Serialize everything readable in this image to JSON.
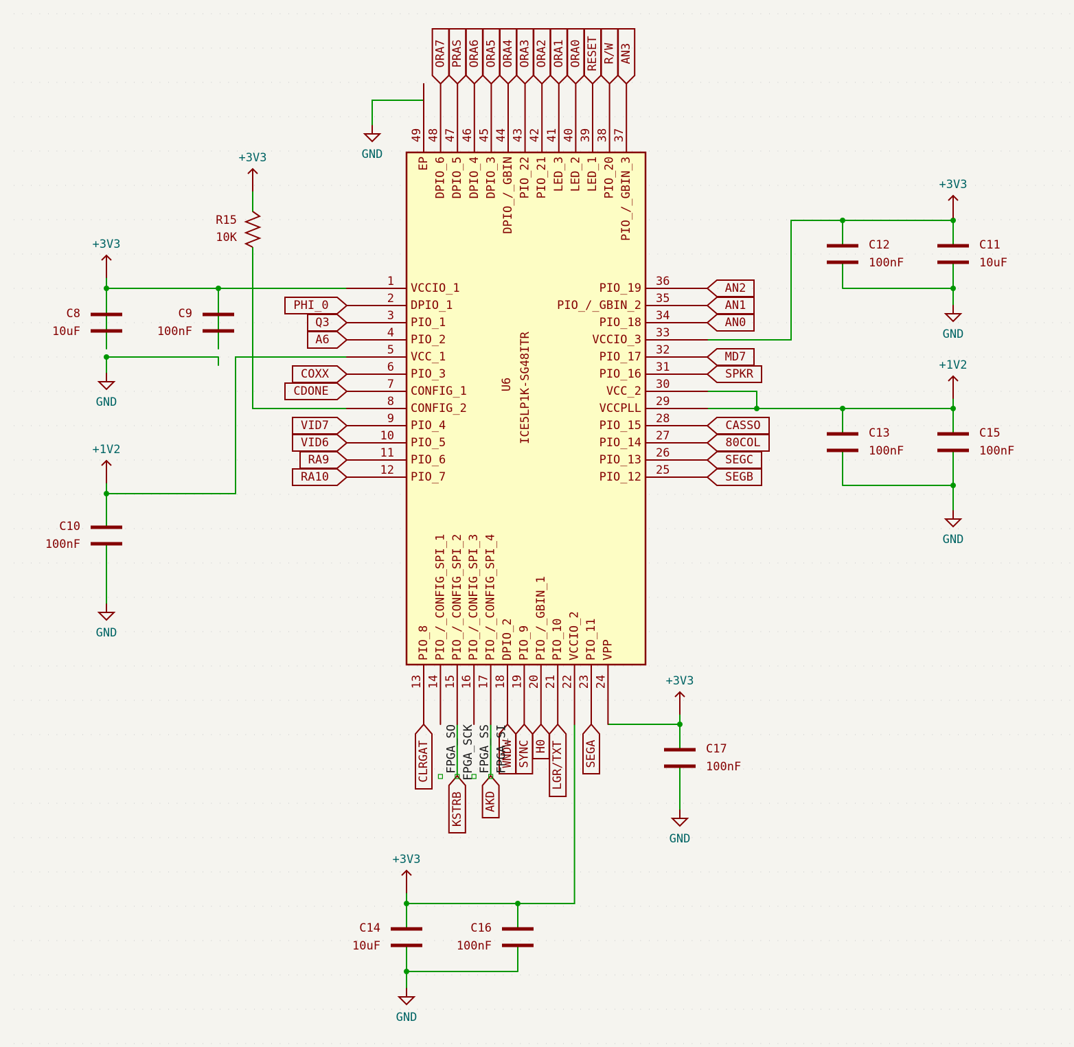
{
  "colors": {
    "background": "#f5f4ef",
    "body_fill": "#fdfdc4",
    "symbol": "#840000",
    "wire": "#009600",
    "power_text": "#006464",
    "grid": "#c8c8c8"
  },
  "ic": {
    "reference": "U6",
    "part": "ICE5LP1K-SG48ITR",
    "left_pins": [
      {
        "num": "1",
        "name": "VCCIO_1"
      },
      {
        "num": "2",
        "name": "DPIO_1"
      },
      {
        "num": "3",
        "name": "PIO_1"
      },
      {
        "num": "4",
        "name": "PIO_2"
      },
      {
        "num": "5",
        "name": "VCC_1"
      },
      {
        "num": "6",
        "name": "PIO_3"
      },
      {
        "num": "7",
        "name": "CONFIG_1"
      },
      {
        "num": "8",
        "name": "CONFIG_2"
      },
      {
        "num": "9",
        "name": "PIO_4"
      },
      {
        "num": "10",
        "name": "PIO_5"
      },
      {
        "num": "11",
        "name": "PIO_6"
      },
      {
        "num": "12",
        "name": "PIO_7"
      }
    ],
    "right_pins": [
      {
        "num": "36",
        "name": "PIO_19"
      },
      {
        "num": "35",
        "name": "PIO_/_GBIN_2"
      },
      {
        "num": "34",
        "name": "PIO_18"
      },
      {
        "num": "33",
        "name": "VCCIO_3"
      },
      {
        "num": "32",
        "name": "PIO_17"
      },
      {
        "num": "31",
        "name": "PIO_16"
      },
      {
        "num": "30",
        "name": "VCC_2"
      },
      {
        "num": "29",
        "name": "VCCPLL"
      },
      {
        "num": "28",
        "name": "PIO_15"
      },
      {
        "num": "27",
        "name": "PIO_14"
      },
      {
        "num": "26",
        "name": "PIO_13"
      },
      {
        "num": "25",
        "name": "PIO_12"
      }
    ],
    "top_pins": [
      {
        "num": "49",
        "name": "EP"
      },
      {
        "num": "48",
        "name": "DPIO_6"
      },
      {
        "num": "47",
        "name": "DPIO_5"
      },
      {
        "num": "46",
        "name": "DPIO_4"
      },
      {
        "num": "45",
        "name": "DPIO_3"
      },
      {
        "num": "44",
        "name": "DPIO_/_GBIN"
      },
      {
        "num": "43",
        "name": "PIO_22"
      },
      {
        "num": "42",
        "name": "PIO_21"
      },
      {
        "num": "41",
        "name": "LED_3"
      },
      {
        "num": "40",
        "name": "LED_2"
      },
      {
        "num": "39",
        "name": "LED_1"
      },
      {
        "num": "38",
        "name": "PIO_20"
      },
      {
        "num": "37",
        "name": "PIO_/_GBIN_3"
      }
    ],
    "bottom_pins": [
      {
        "num": "13",
        "name": "PIO_8"
      },
      {
        "num": "14",
        "name": "PIO_/_CONFIG_SPI_1"
      },
      {
        "num": "15",
        "name": "PIO_/_CONFIG_SPI_2"
      },
      {
        "num": "16",
        "name": "PIO_/_CONFIG_SPI_3"
      },
      {
        "num": "17",
        "name": "PIO_/_CONFIG_SPI_4"
      },
      {
        "num": "18",
        "name": "DPIO_2"
      },
      {
        "num": "19",
        "name": "PIO_9"
      },
      {
        "num": "20",
        "name": "PIO_/_GBIN_1"
      },
      {
        "num": "21",
        "name": "PIO_10"
      },
      {
        "num": "22",
        "name": "VCCIO_2"
      },
      {
        "num": "23",
        "name": "PIO_11"
      },
      {
        "num": "24",
        "name": "VPP"
      }
    ]
  },
  "labels": {
    "left": [
      "PHI_0",
      "Q3",
      "A6",
      "COXX",
      "CDONE",
      "VID7",
      "VID6",
      "RA9",
      "RA10"
    ],
    "right": [
      "AN2",
      "AN1",
      "AN0",
      "MD7",
      "SPKR",
      "CASSO",
      "80COL",
      "SEGC",
      "SEGB"
    ],
    "top": [
      "ORA7",
      "PRAS",
      "ORA6",
      "ORA5",
      "ORA4",
      "ORA3",
      "ORA2",
      "ORA1",
      "ORA0",
      "RESET",
      "R/W",
      "AN3"
    ],
    "bottom": [
      "CLRGAT",
      "KSTRB",
      "AKD",
      "WNDW",
      "SYNC",
      "H0",
      "LGR/TXT",
      "SEGA"
    ],
    "nets": [
      "FPGA_SO",
      "FPGA_SCK",
      "FPGA_SS",
      "FPGA_SI"
    ]
  },
  "power": {
    "v33": "+3V3",
    "v12": "+1V2",
    "gnd": "GND"
  },
  "components": {
    "R15": {
      "ref": "R15",
      "value": "10K"
    },
    "C8": {
      "ref": "C8",
      "value": "10uF"
    },
    "C9": {
      "ref": "C9",
      "value": "100nF"
    },
    "C10": {
      "ref": "C10",
      "value": "100nF"
    },
    "C11": {
      "ref": "C11",
      "value": "10uF"
    },
    "C12": {
      "ref": "C12",
      "value": "100nF"
    },
    "C13": {
      "ref": "C13",
      "value": "100nF"
    },
    "C14": {
      "ref": "C14",
      "value": "10uF"
    },
    "C15": {
      "ref": "C15",
      "value": "100nF"
    },
    "C16": {
      "ref": "C16",
      "value": "100nF"
    },
    "C17": {
      "ref": "C17",
      "value": "100nF"
    }
  }
}
